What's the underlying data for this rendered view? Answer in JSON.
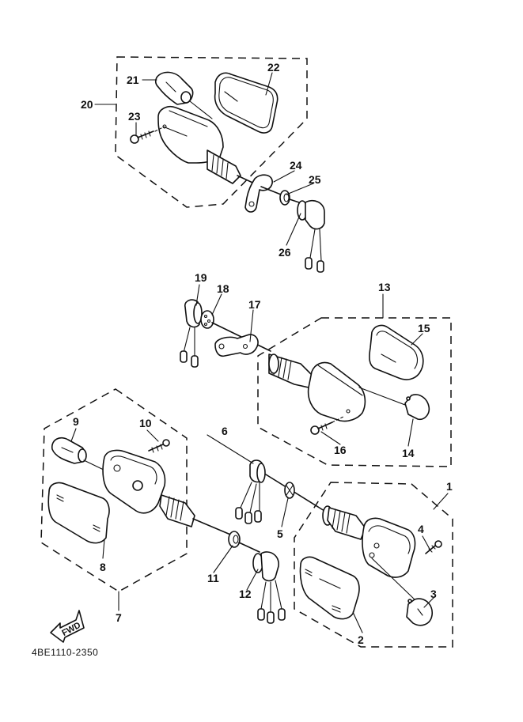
{
  "diagram": {
    "title": "Flasher light parts diagram",
    "diagram_code": "4BE1110-2350",
    "direction_indicator": "FWD",
    "callouts": [
      {
        "number": "1",
        "part": "flasher-light-assembly-front-right"
      },
      {
        "number": "2",
        "part": "lens"
      },
      {
        "number": "3",
        "part": "bulb"
      },
      {
        "number": "4",
        "part": "screw"
      },
      {
        "number": "5",
        "part": "grommet"
      },
      {
        "number": "6",
        "part": "cord-grommet"
      },
      {
        "number": "7",
        "part": "flasher-light-assembly-front-left"
      },
      {
        "number": "8",
        "part": "lens"
      },
      {
        "number": "9",
        "part": "bulb"
      },
      {
        "number": "10",
        "part": "screw"
      },
      {
        "number": "11",
        "part": "grommet"
      },
      {
        "number": "12",
        "part": "cord-grommet"
      },
      {
        "number": "13",
        "part": "flasher-light-assembly-rear-right"
      },
      {
        "number": "14",
        "part": "bulb"
      },
      {
        "number": "15",
        "part": "lens"
      },
      {
        "number": "16",
        "part": "screw"
      },
      {
        "number": "17",
        "part": "bracket"
      },
      {
        "number": "18",
        "part": "grommet"
      },
      {
        "number": "19",
        "part": "cord-grommet"
      },
      {
        "number": "20",
        "part": "flasher-light-assembly-rear-left"
      },
      {
        "number": "21",
        "part": "bulb"
      },
      {
        "number": "22",
        "part": "lens"
      },
      {
        "number": "23",
        "part": "screw"
      },
      {
        "number": "24",
        "part": "bracket"
      },
      {
        "number": "25",
        "part": "grommet"
      },
      {
        "number": "26",
        "part": "cord-grommet"
      }
    ]
  }
}
